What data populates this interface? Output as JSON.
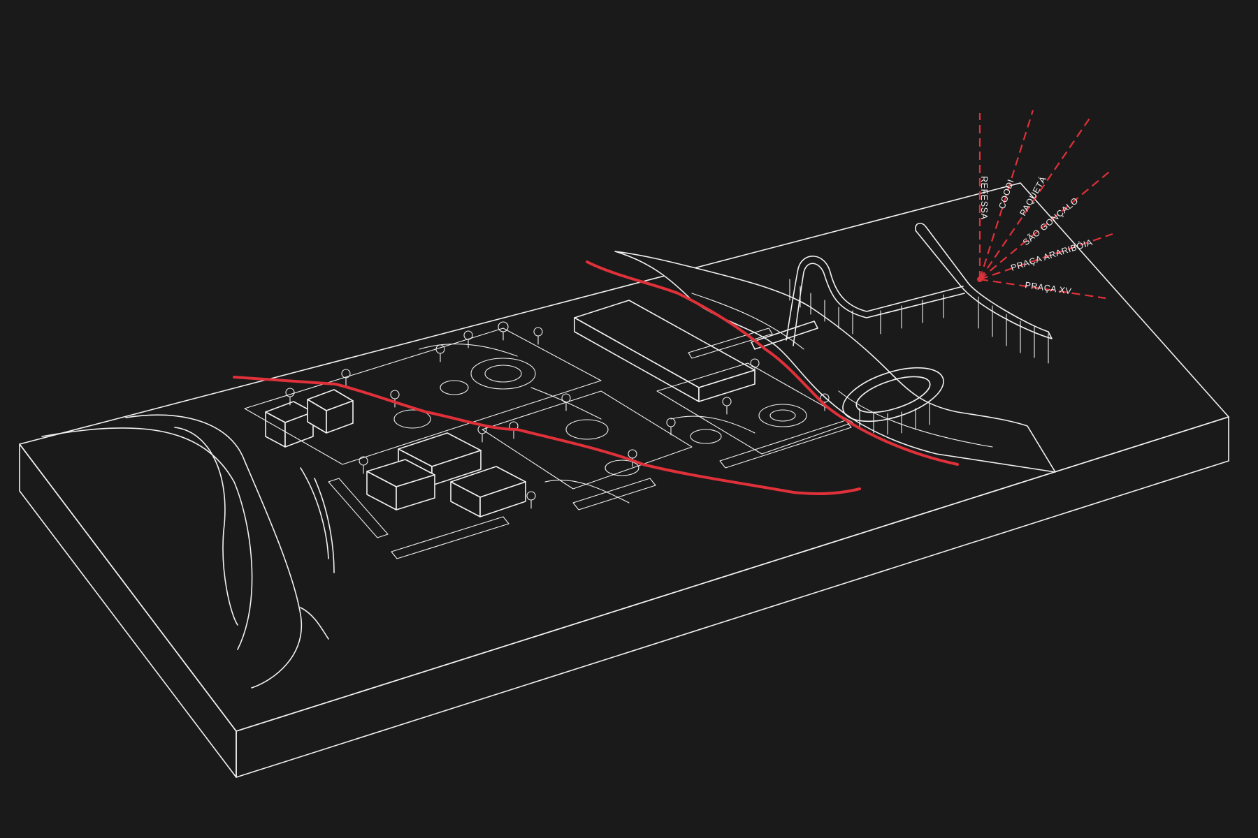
{
  "colors": {
    "background": "#1a1a1a",
    "linework": "#f2f2f2",
    "accent": "#e0313a"
  },
  "destinations": [
    {
      "label": "REFESSA"
    },
    {
      "label": "COODI"
    },
    {
      "label": "PAQUETÁ"
    },
    {
      "label": "SÃO GONÇALO"
    },
    {
      "label": "PRAÇA ARARIBÓIA"
    },
    {
      "label": "PRAÇA XV"
    }
  ]
}
